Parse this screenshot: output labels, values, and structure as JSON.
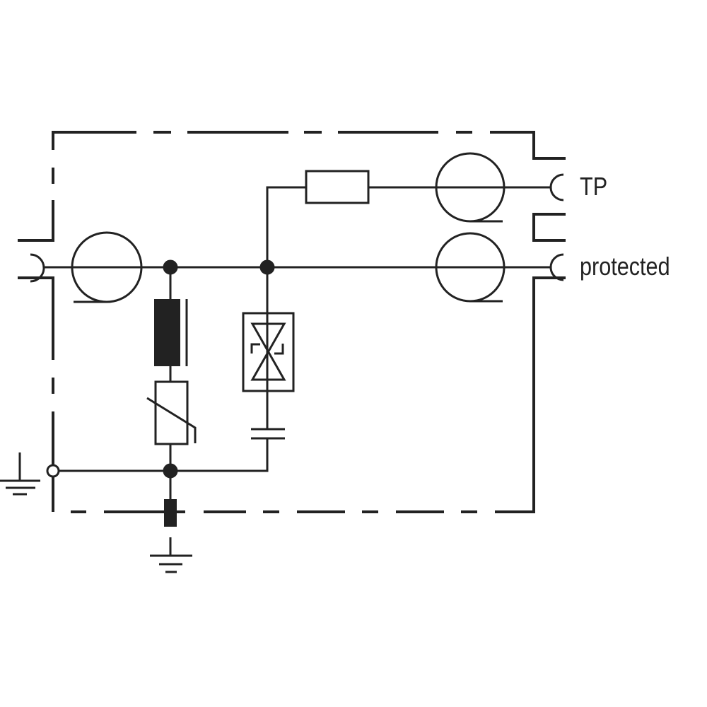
{
  "diagram": {
    "type": "surge protection circuit schematic",
    "labels": {
      "tp": "TP",
      "protected": "protected"
    },
    "colors": {
      "stroke": "#222222",
      "background": "#ffffff"
    }
  }
}
